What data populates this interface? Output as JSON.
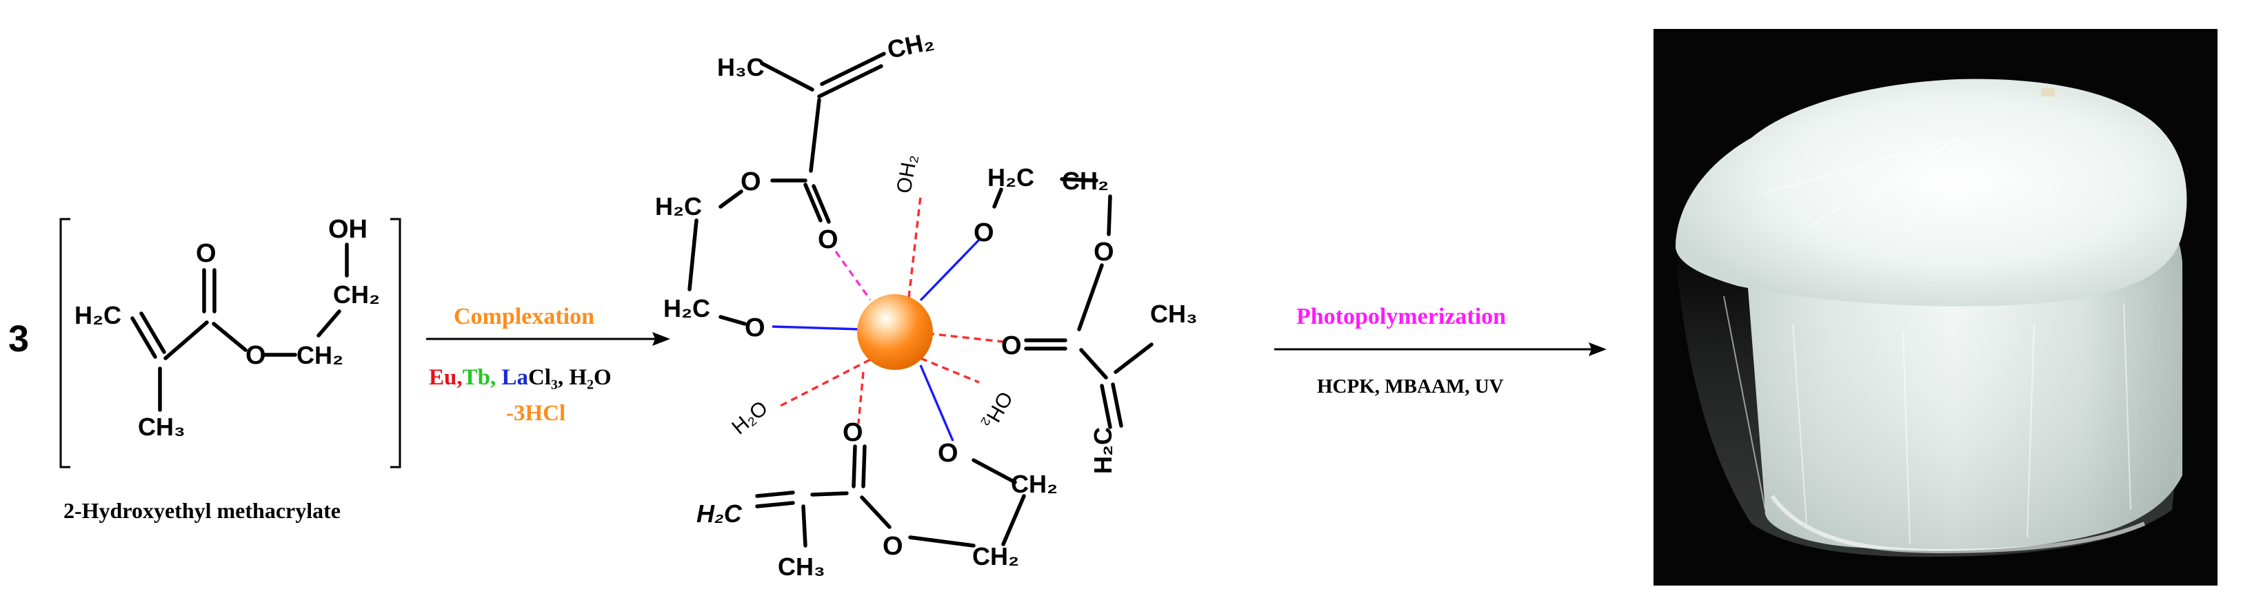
{
  "reactant": {
    "coefficient": "3",
    "name": "2-Hydroxyethyl methacrylate",
    "atoms": {
      "h2c": "H₂C",
      "o_carbonyl": "O",
      "o_ester": "O",
      "ch2_a": "CH₂",
      "ch2_b": "CH₂",
      "oh": "OH",
      "ch3": "CH₃"
    }
  },
  "step1": {
    "label": "Complexation",
    "label_color": "#ff8c1a",
    "reagent_eu": "Eu",
    "reagent_tb": "Tb",
    "reagent_la": "La",
    "reagent_rest": "Cl₃, H₂O",
    "byproduct": "-3HCl",
    "colors": {
      "eu": "#e8101a",
      "tb": "#22c81e",
      "la": "#1a2ad6",
      "byproduct": "#ff8c1a"
    }
  },
  "complex": {
    "metal_color": "#ff8a1e",
    "top_ligand": {
      "h3c": "H₃C",
      "ch2": "CH₂",
      "o_ester": "O",
      "o_carbonyl": "O",
      "h2c_a": "H₂C",
      "h2c_b": "H₂C",
      "o_hydroxy": "O"
    },
    "right_ligand": {
      "h2c": "H₂C",
      "ch2": "CH₂",
      "o_top": "O",
      "o_ring": "O",
      "o_carbonyl": "O",
      "ch3": "CH₃",
      "h2c_vert": "H₂C"
    },
    "bottom_ligand": {
      "o_hydroxy": "O",
      "ch2_a": "CH₂",
      "ch2_b": "CH₂",
      "o_ester": "O",
      "o_carbonyl": "O",
      "h2c": "H₂C",
      "ch3": "CH₃"
    },
    "water": [
      "OH₂",
      "H₂O",
      "OH₂"
    ]
  },
  "step2": {
    "label": "Photopolymerization",
    "label_color": "#ff1aff",
    "reagents": "HCPK, MBAAM, UV"
  },
  "product_photo": {
    "icon": "hydrogel-cylinder-photo"
  }
}
